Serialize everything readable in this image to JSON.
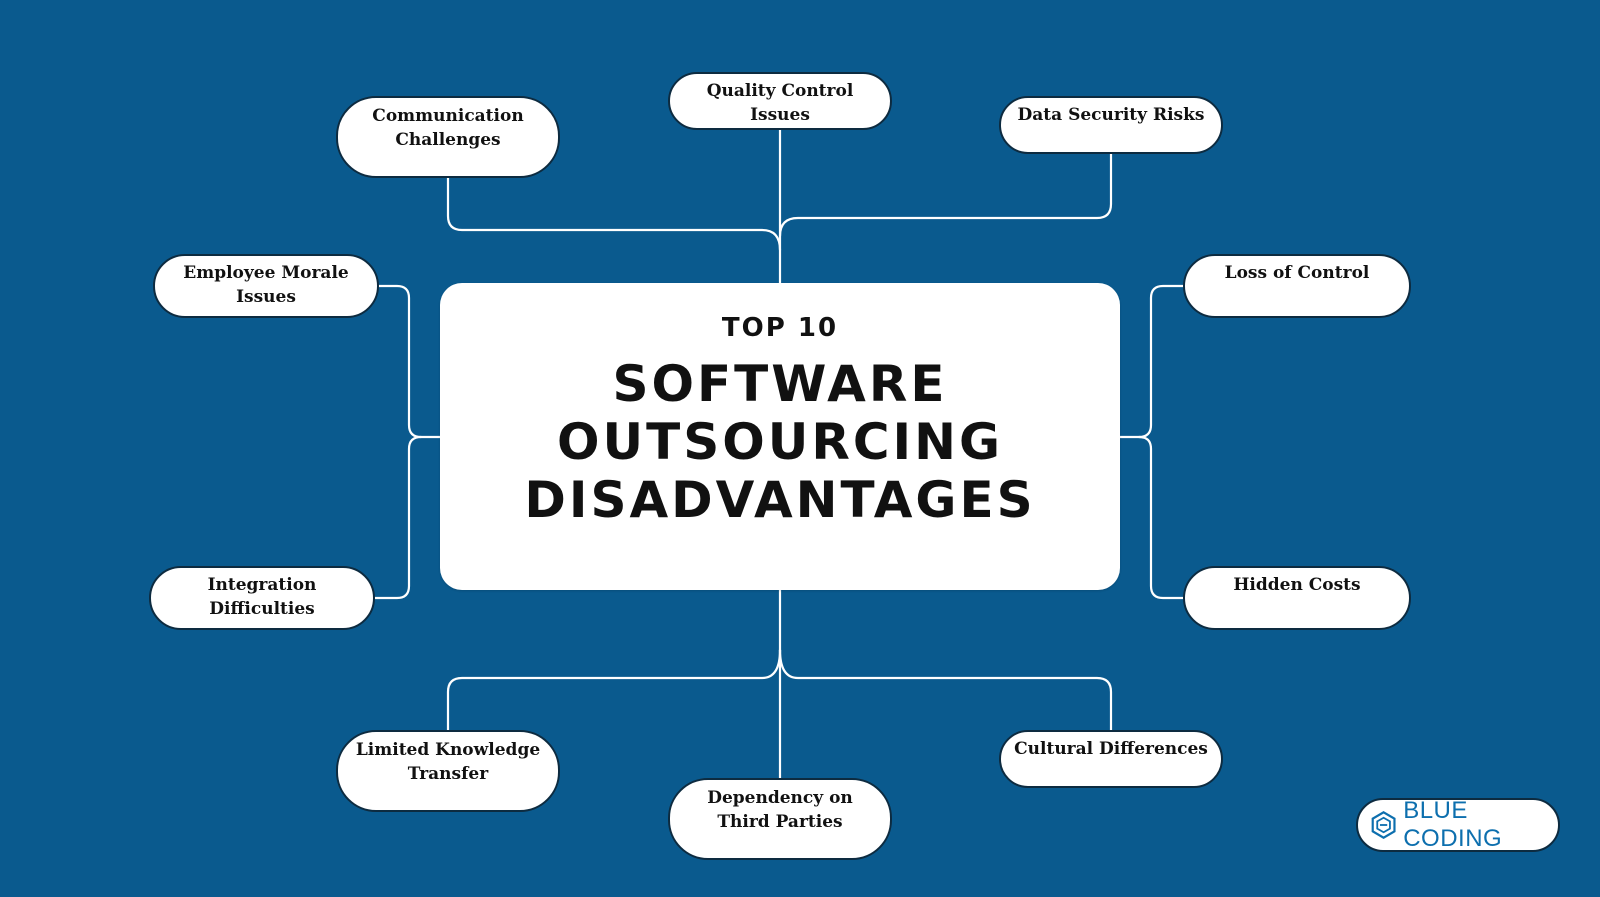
{
  "colors": {
    "background": "#0a5a8e",
    "box": "#ffffff",
    "text": "#111111",
    "brand": "#0d6fae"
  },
  "center": {
    "kicker": "TOP 10",
    "title_lines": [
      "SOFTWARE",
      "OUTSOURCING",
      "DISADVANTAGES"
    ]
  },
  "nodes": [
    {
      "id": "quality-control-issues",
      "label": "Quality Control Issues"
    },
    {
      "id": "communication-challenges",
      "label": "Communication Challenges"
    },
    {
      "id": "data-security-risks",
      "label": "Data Security Risks"
    },
    {
      "id": "employee-morale-issues",
      "label": "Employee Morale Issues"
    },
    {
      "id": "integration-difficulties",
      "label": "Integration Difficulties"
    },
    {
      "id": "loss-of-control",
      "label": "Loss of Control"
    },
    {
      "id": "hidden-costs",
      "label": "Hidden Costs"
    },
    {
      "id": "limited-knowledge-transfer",
      "label": "Limited Knowledge Transfer"
    },
    {
      "id": "dependency-on-third-parties",
      "label": "Dependency on Third Parties"
    },
    {
      "id": "cultural-differences",
      "label": "Cultural Differences"
    }
  ],
  "logo": {
    "text": "BLUE CODING",
    "icon": "hexagon-logo-icon"
  }
}
